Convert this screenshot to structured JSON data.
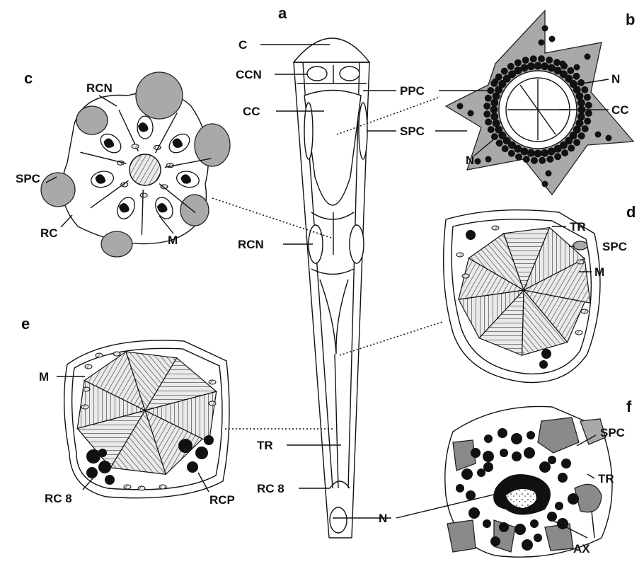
{
  "panels": {
    "a": "a",
    "b": "b",
    "c": "c",
    "d": "d",
    "e": "e",
    "f": "f"
  },
  "labels_a": {
    "c": "C",
    "ccn": "CCN",
    "cc": "CC",
    "ppc": "PPC",
    "spc": "SPC",
    "rcn": "RCN",
    "tr": "TR",
    "rc8": "RC 8",
    "n": "N"
  },
  "labels_b": {
    "n_top": "N",
    "cc": "CC",
    "n_bottom": "N"
  },
  "labels_c": {
    "rcn": "RCN",
    "spc": "SPC",
    "rc": "RC",
    "m": "M"
  },
  "labels_d": {
    "tr": "TR",
    "spc": "SPC",
    "m": "M"
  },
  "labels_e": {
    "m": "M",
    "rc8": "RC 8",
    "rcp": "RCP"
  },
  "labels_f": {
    "spc": "SPC",
    "tr": "TR",
    "ax": "AX"
  },
  "colors": {
    "ink": "#111111",
    "pigment_gray": "#a9a9a9",
    "dark_gray": "#8a8a8a",
    "background": "#ffffff"
  }
}
